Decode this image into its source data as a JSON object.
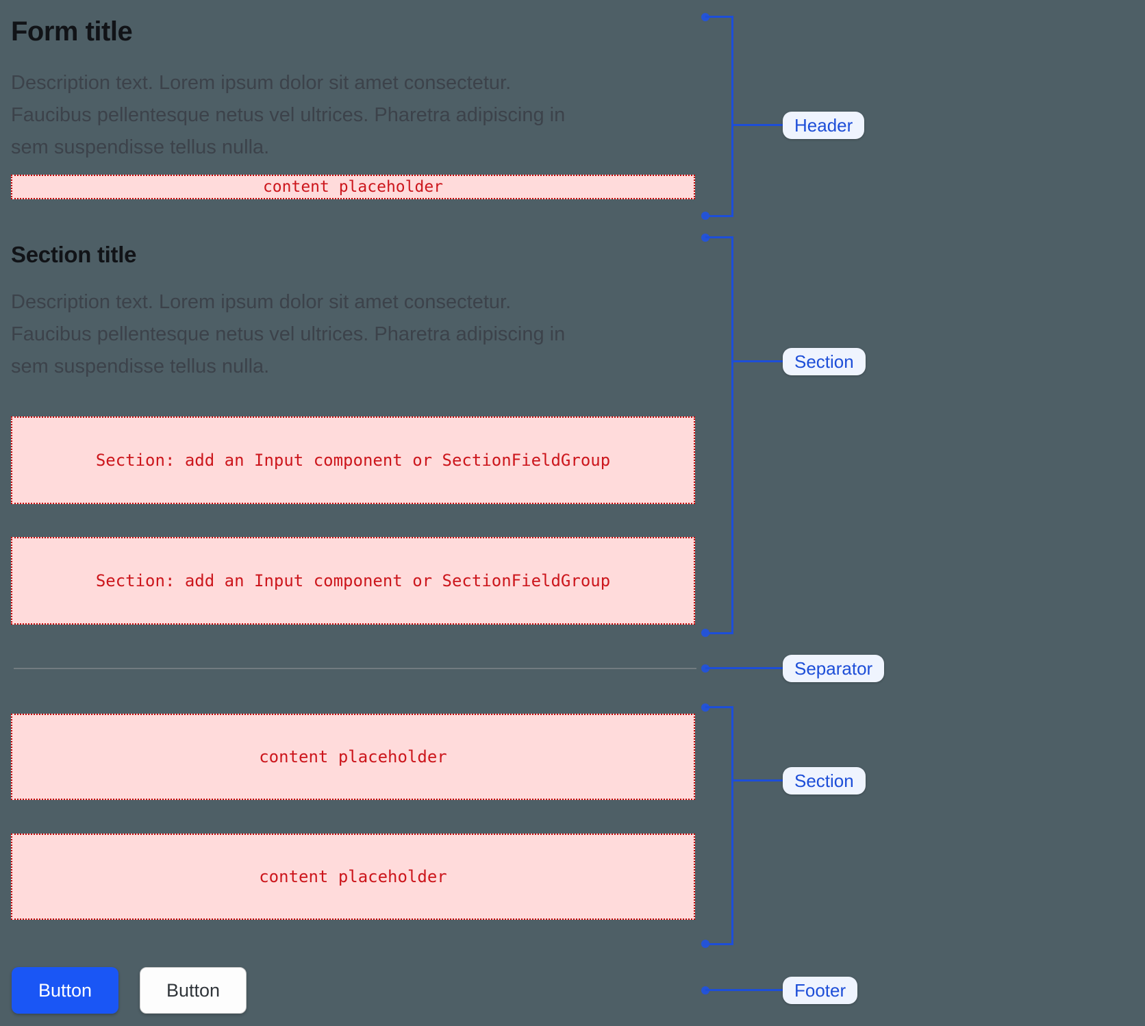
{
  "colors": {
    "page_background": "#4e5f66",
    "annotation_blue": "#1d4ed8",
    "annotation_pill_bg": "#eff4fe",
    "primary_button_blue": "#1a56f5",
    "placeholder_bg": "#ffdbdb",
    "placeholder_border": "#c40404",
    "placeholder_text": "#cc161c"
  },
  "form": {
    "title": "Form title",
    "description_lines": [
      "Description text. Lorem ipsum dolor sit amet consectetur.",
      "Faucibus pellentesque netus vel ultrices. Pharetra adipiscing in",
      "sem suspendisse tellus nulla."
    ],
    "header_placeholder": "content placeholder"
  },
  "section": {
    "title": "Section title",
    "description_lines": [
      "Description text. Lorem ipsum dolor sit amet consectetur.",
      "Faucibus pellentesque netus vel ultrices. Pharetra adipiscing in",
      "sem suspendisse tellus nulla."
    ],
    "field_groups": [
      "Section: add an Input component or SectionFieldGroup",
      "Section: add an Input component or SectionFieldGroup"
    ]
  },
  "footer_section": {
    "content_placeholders": [
      "content placeholder",
      "content placeholder"
    ]
  },
  "footer": {
    "primary_button": "Button",
    "secondary_button": "Button"
  },
  "annotations": {
    "header": "Header",
    "section1": "Section",
    "separator": "Separator",
    "section2": "Section",
    "footer": "Footer"
  }
}
